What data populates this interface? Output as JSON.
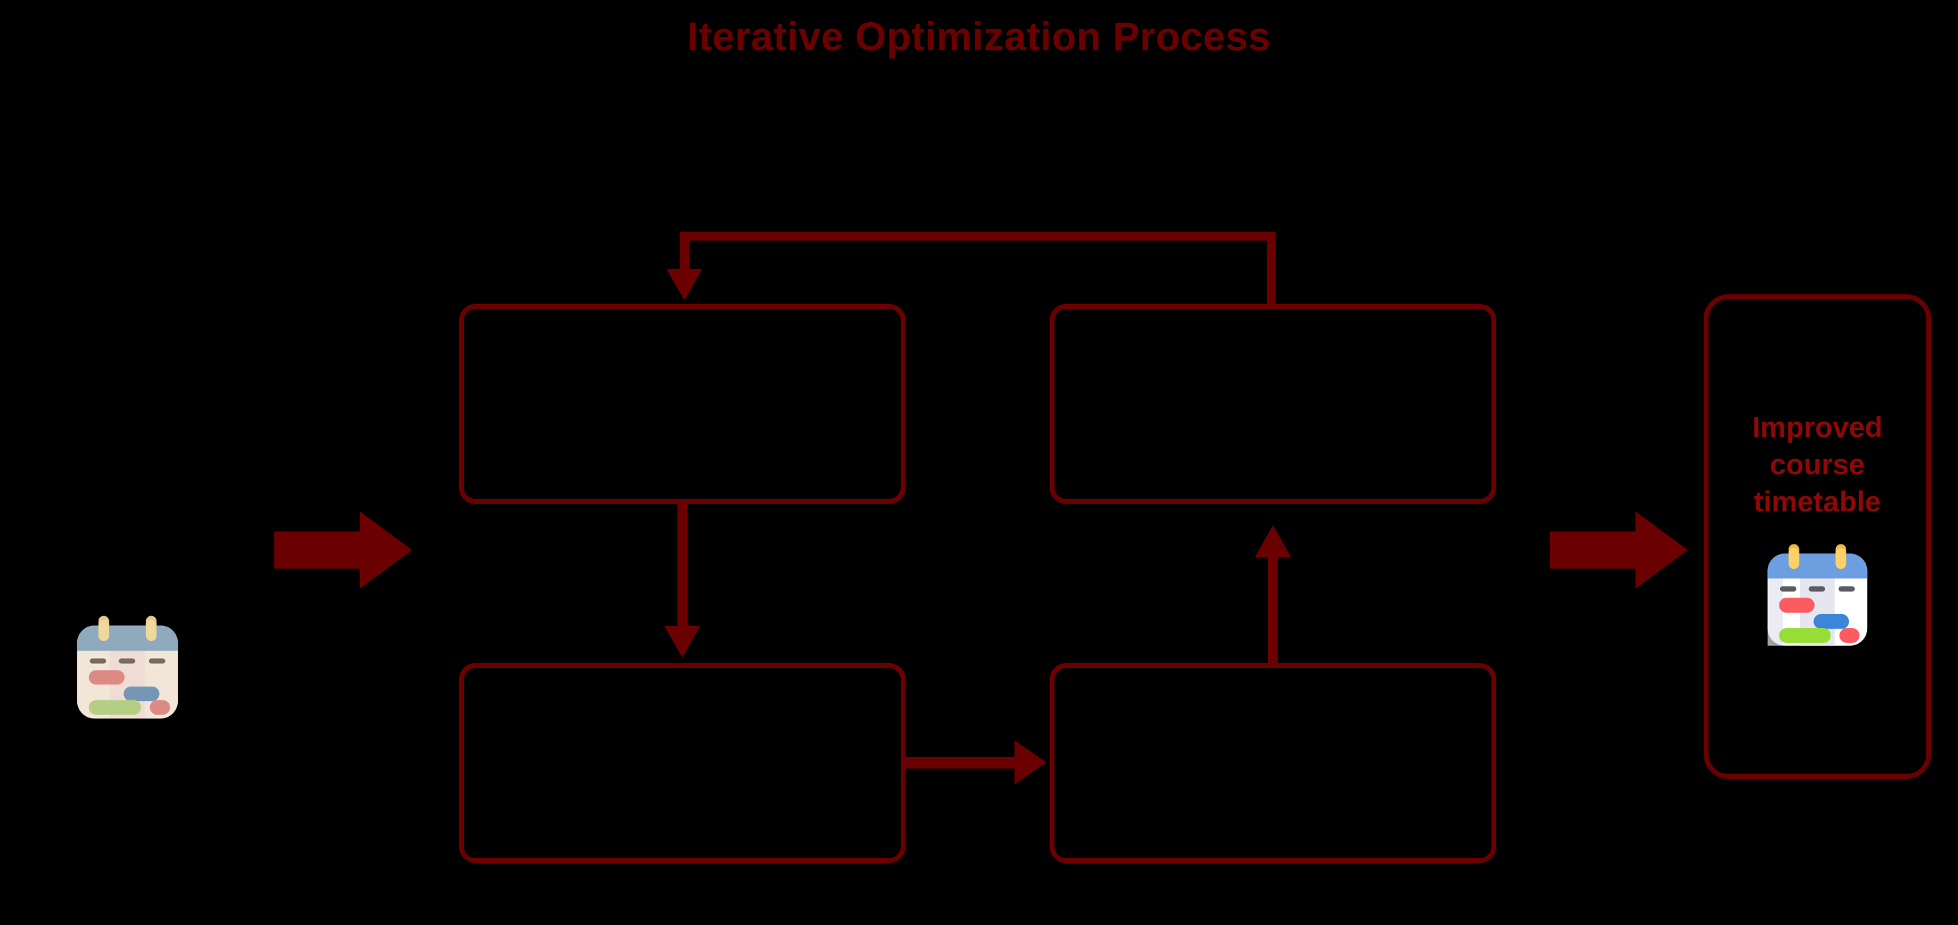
{
  "title": "Iterative Optimization Process",
  "colors": {
    "background": "#000000",
    "accent_dark_red": "#6b0000",
    "text_red": "#8e0808",
    "box_text_red": "#a80000"
  },
  "input": {
    "icon": "calendar-icon",
    "label": ""
  },
  "process": {
    "boxes": [
      {
        "id": "top-left",
        "label": "",
        "position": "top-left"
      },
      {
        "id": "top-right",
        "label": "",
        "position": "top-right"
      },
      {
        "id": "bottom-left",
        "label": "",
        "position": "bottom-left"
      },
      {
        "id": "bottom-right",
        "label": "",
        "position": "bottom-right"
      }
    ],
    "connectors": [
      {
        "id": "input-to-top-left",
        "type": "block-arrow",
        "direction": "right"
      },
      {
        "id": "top-left-to-bottom-left",
        "type": "line-arrow",
        "direction": "down"
      },
      {
        "id": "bottom-left-to-bottom-right",
        "type": "line-arrow",
        "direction": "right"
      },
      {
        "id": "bottom-right-to-top-right",
        "type": "line-arrow",
        "direction": "up"
      },
      {
        "id": "top-right-to-top-left-feedback",
        "type": "loop-arrow",
        "direction": "down"
      },
      {
        "id": "process-to-output",
        "type": "block-arrow",
        "direction": "right"
      }
    ]
  },
  "output": {
    "label": "Improved course timetable",
    "label_lines": [
      "Improved",
      "course",
      "timetable"
    ],
    "icon": "calendar-icon"
  }
}
